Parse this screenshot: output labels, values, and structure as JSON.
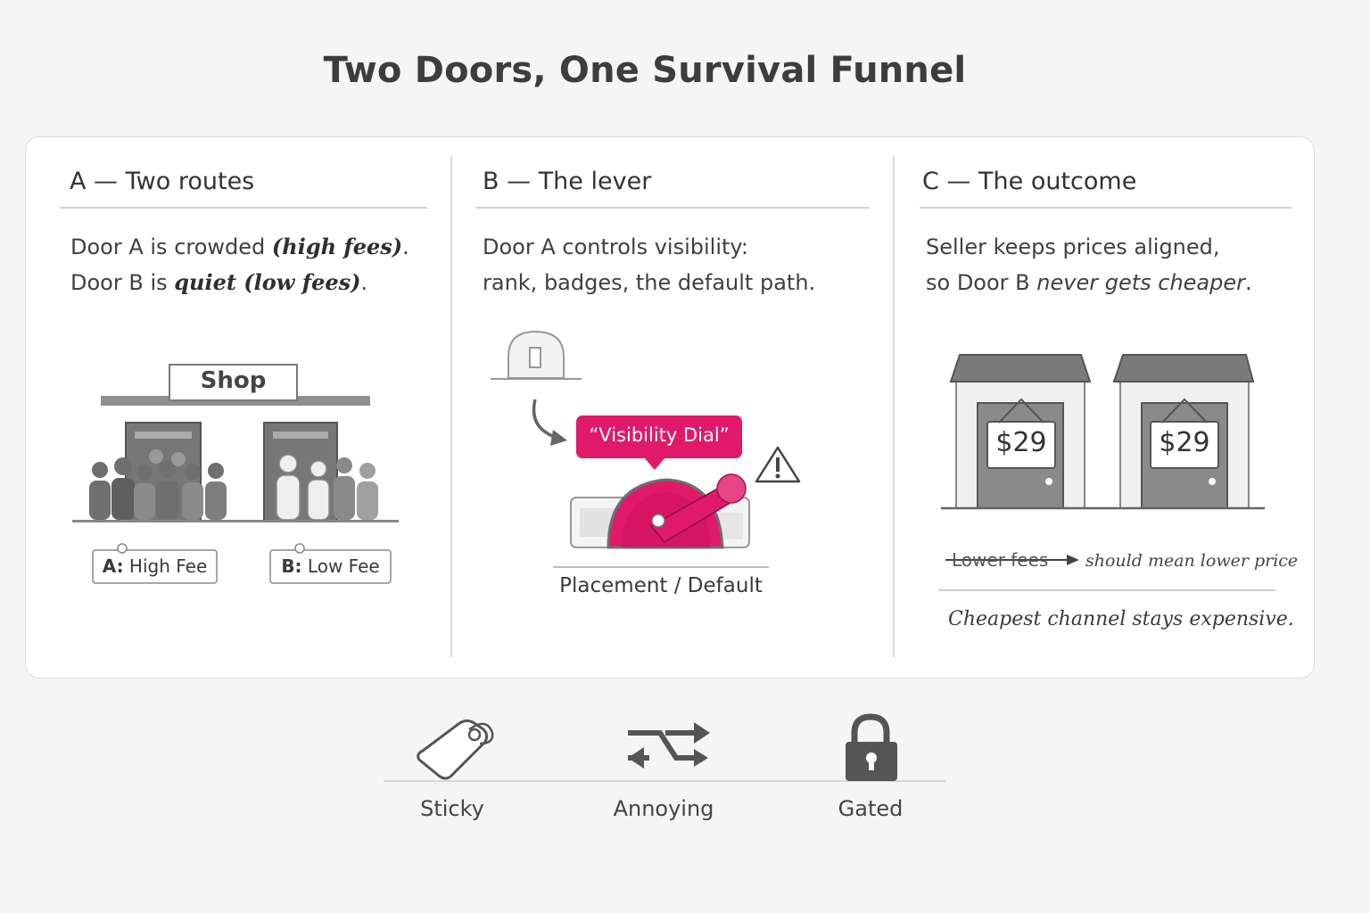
{
  "title": "Two Doors, One Survival Funnel",
  "panels": [
    {
      "heading": "A — Two routes",
      "line1_pre": "Door A is crowded ",
      "line1_em": "(high fees)",
      "line1_post": ".",
      "line2_pre": "Door B is ",
      "line2_em": "quiet (low fees)",
      "line2_post": ".",
      "shop_sign": "Shop",
      "tag_a_key": "A:",
      "tag_a_val": " High Fee",
      "tag_b_key": "B:",
      "tag_b_val": " Low Fee"
    },
    {
      "heading": "B — The lever",
      "line1": "Door A controls visibility:",
      "line2": "rank, badges, the default path.",
      "dial_label": "“Visibility Dial”",
      "caption": "Placement / Default"
    },
    {
      "heading": "C — The outcome",
      "line1": "Seller keeps prices aligned,",
      "line2_pre": "so Door B ",
      "line2_em": "never gets cheaper",
      "line2_post": ".",
      "price_left": "$29",
      "price_right": "$29",
      "struck": "Lower fees",
      "arrow_note": "should mean lower price",
      "conclusion": "Cheapest channel stays expensive."
    }
  ],
  "footer": [
    {
      "label": "Sticky",
      "icon": "tag-icon"
    },
    {
      "label": "Annoying",
      "icon": "swap-arrows-icon"
    },
    {
      "label": "Gated",
      "icon": "lock-icon"
    }
  ],
  "colors": {
    "accent": "#e0196a",
    "ink": "#3a3a3a",
    "gray": "#8a8a8a"
  }
}
